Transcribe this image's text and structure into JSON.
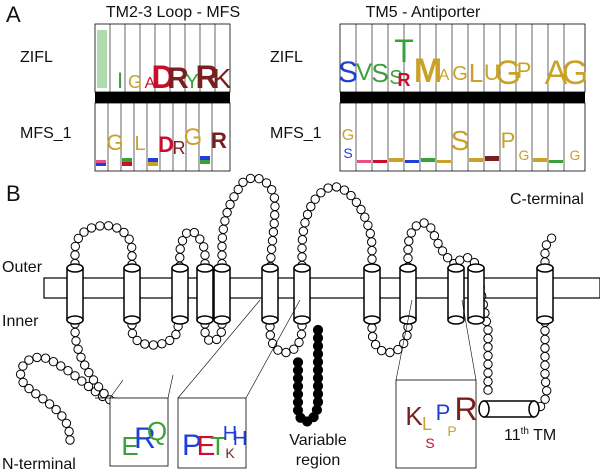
{
  "panel_a": {
    "panel_label": "A",
    "left": {
      "title": "TM2-3 Loop - MFS",
      "top_row_label": "ZIFL",
      "bottom_row_label": "MFS_1",
      "top_letters": [
        "I",
        "G",
        "A",
        "D",
        "R",
        "Y",
        "R",
        "K"
      ],
      "bottom_letters": [
        "G",
        "L",
        "D",
        "R",
        "G",
        "R"
      ]
    },
    "right": {
      "title": "TM5 - Antiporter",
      "top_row_label": "ZIFL",
      "bottom_row_label": "MFS_1",
      "top_letters": [
        "S",
        "V",
        "S",
        "S",
        "T",
        "R",
        "M",
        "A",
        "G",
        "L",
        "G",
        "P",
        "A",
        "G",
        "G"
      ],
      "bottom_letters": [
        "G",
        "S",
        "P",
        "G",
        "G"
      ]
    }
  },
  "panel_b": {
    "panel_label": "B",
    "side_outer": "Outer",
    "side_inner": "Inner",
    "c_terminal": "C-terminal",
    "n_terminal": "N-terminal",
    "variable_region_line1": "Variable",
    "variable_region_line2": "region",
    "tm11_prefix": "11",
    "tm11_sup": "th",
    "tm11_suffix": " TM",
    "inset_1_letters": [
      "E",
      "R",
      "Q"
    ],
    "inset_2_letters": [
      "P",
      "E",
      "T",
      "H",
      "K",
      "H"
    ],
    "inset_3_letters": [
      "K",
      "L",
      "P",
      "S",
      "P",
      "R"
    ]
  },
  "colors": {
    "residue_fill": "#ffffff",
    "variable_fill": "#000000",
    "line": "#000000",
    "logo_red": "#c8102e",
    "logo_blue": "#1f3fd6",
    "logo_green": "#3aa13a",
    "logo_gold": "#c9a227",
    "logo_maroon": "#7a1f1f",
    "logo_pink": "#e94f8a"
  }
}
